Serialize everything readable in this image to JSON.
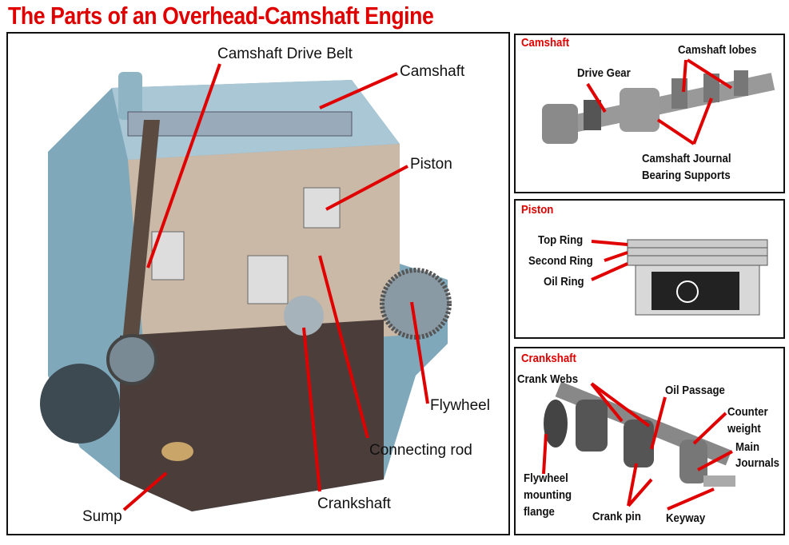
{
  "title": "The Parts of an Overhead-Camshaft Engine",
  "main": {
    "labels": {
      "drive_belt": "Camshaft Drive Belt",
      "camshaft": "Camshaft",
      "piston": "Piston",
      "flywheel": "Flywheel",
      "connecting_rod": "Connecting rod",
      "crankshaft": "Crankshaft",
      "sump": "Sump"
    }
  },
  "camshaft_panel": {
    "title": "Camshaft",
    "drive_gear": "Drive Gear",
    "lobes": "Camshaft lobes",
    "journal_1": "Camshaft Journal",
    "journal_2": "Bearing Supports"
  },
  "piston_panel": {
    "title": "Piston",
    "top_ring": "Top Ring",
    "second_ring": "Second Ring",
    "oil_ring": "Oil Ring"
  },
  "crankshaft_panel": {
    "title": "Crankshaft",
    "crank_webs": "Crank Webs",
    "oil_passage": "Oil Passage",
    "counter_1": "Counter",
    "counter_2": "weight",
    "main_1": "Main",
    "main_2": "Journals",
    "flywheel_1": "Flywheel",
    "flywheel_2": "mounting",
    "flywheel_3": "flange",
    "crank_pin": "Crank pin",
    "keyway": "Keyway"
  },
  "colors": {
    "accent": "#e00000",
    "engine": "#6f9bb0"
  }
}
